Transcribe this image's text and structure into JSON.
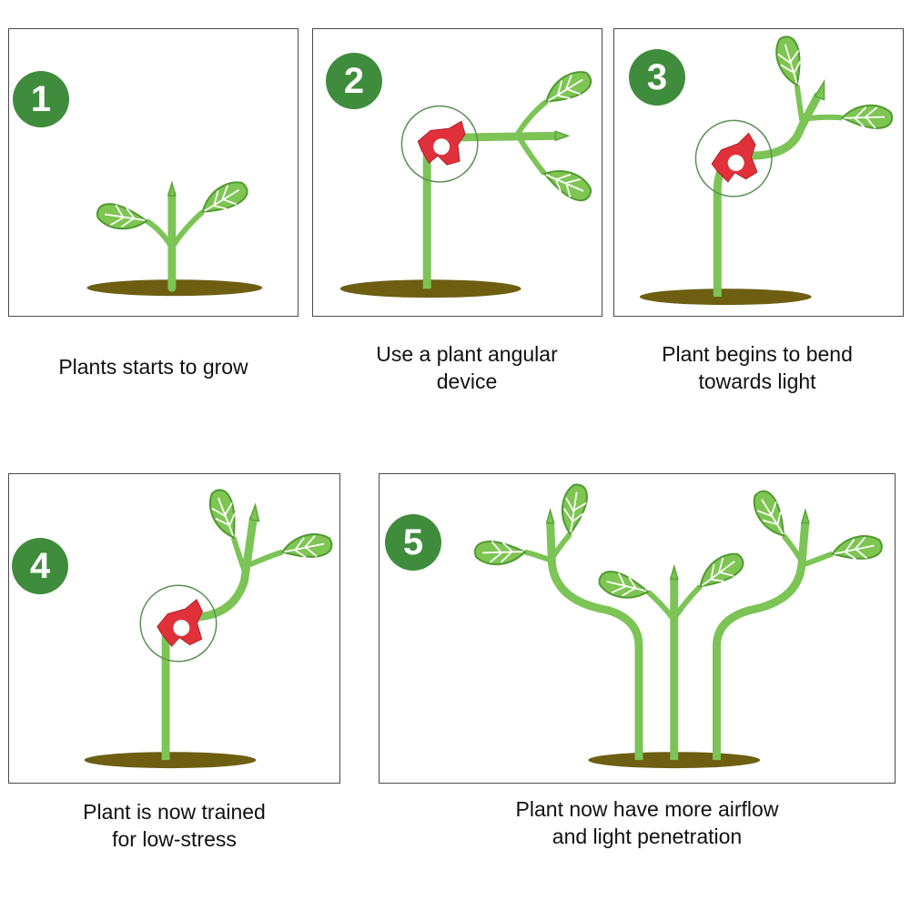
{
  "colors": {
    "badge": "#3f8c3d",
    "stem": "#7cc456",
    "stem_edge": "#5aa33a",
    "leaf": "#7ec552",
    "leaf_edge": "#4f9a30",
    "soil": "#6d5e12",
    "clip": "#e0313b",
    "circle": "#5a8f52"
  },
  "steps": [
    {
      "number": "1",
      "caption": [
        "Plants starts to grow"
      ]
    },
    {
      "number": "2",
      "caption": [
        "Use a plant angular",
        "device"
      ]
    },
    {
      "number": "3",
      "caption": [
        "Plant begins to bend",
        "towards light"
      ]
    },
    {
      "number": "4",
      "caption": [
        "Plant is now trained",
        "for low-stress"
      ]
    },
    {
      "number": "5",
      "caption": [
        "Plant now have more airflow",
        "and light penetration"
      ]
    }
  ]
}
